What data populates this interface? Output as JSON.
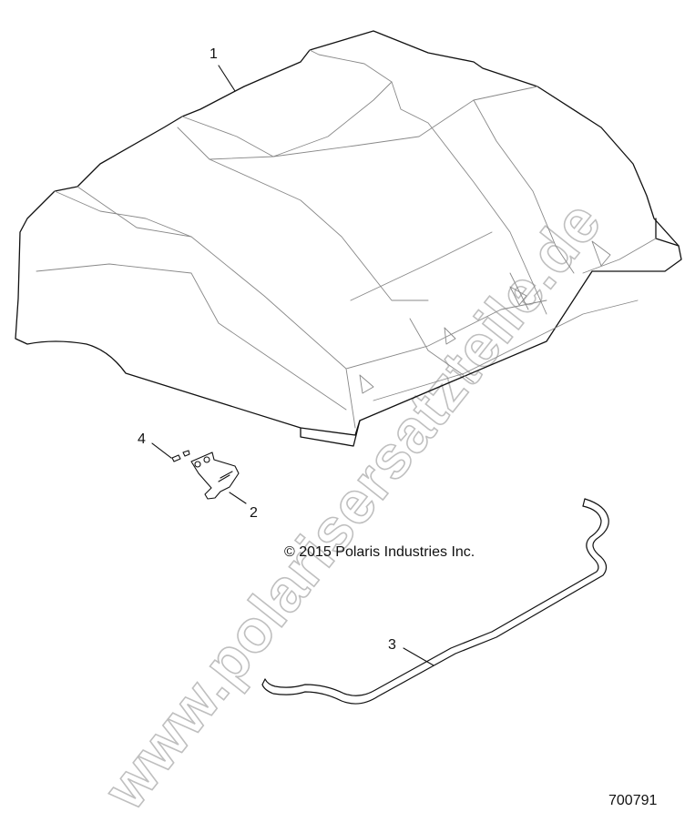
{
  "diagram": {
    "type": "exploded parts diagram",
    "subject": "UTV roof assembly",
    "callouts": [
      {
        "id": "1",
        "label": "1",
        "part": "roof panel"
      },
      {
        "id": "2",
        "label": "2",
        "part": "mounting bracket"
      },
      {
        "id": "3",
        "label": "3",
        "part": "seal / weatherstrip"
      },
      {
        "id": "4",
        "label": "4",
        "part": "screw"
      }
    ],
    "copyright": "© 2015 Polaris Industries Inc.",
    "figure_number": "700791",
    "watermark": "www.polarisersatzteile.de",
    "colors": {
      "line": "#111111",
      "detail_line": "#888888",
      "watermark_outline": "#b9b9b9",
      "background": "#ffffff"
    }
  }
}
